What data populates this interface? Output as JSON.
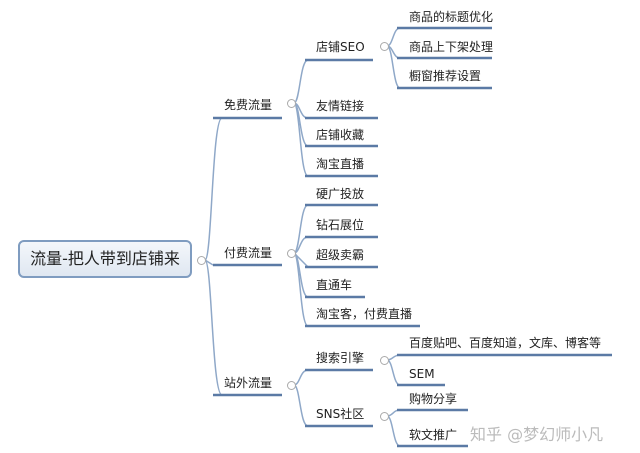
{
  "root": "流量-把人带到店铺来",
  "branches": {
    "free": {
      "label": "免费流量",
      "seo": {
        "label": "店铺SEO",
        "children": [
          "商品的标题优化",
          "商品上下架处理",
          "橱窗推荐设置"
        ]
      },
      "others": [
        "友情链接",
        "店铺收藏",
        "淘宝直播"
      ]
    },
    "paid": {
      "label": "付费流量",
      "children": [
        "硬广投放",
        "钻石展位",
        "超级卖霸",
        "直通车",
        "淘宝客，付费直播"
      ]
    },
    "external": {
      "label": "站外流量",
      "search": {
        "label": "搜索引擎",
        "children": [
          "百度贴吧、百度知道，文库、博客等",
          "SEM"
        ]
      },
      "sns": {
        "label": "SNS社区",
        "children": [
          "购物分享",
          "软文推广"
        ]
      }
    }
  },
  "watermark": "知乎 @梦幻师小凡",
  "colors": {
    "line": "#5b7aa5",
    "branch": "#8fa8c8"
  }
}
